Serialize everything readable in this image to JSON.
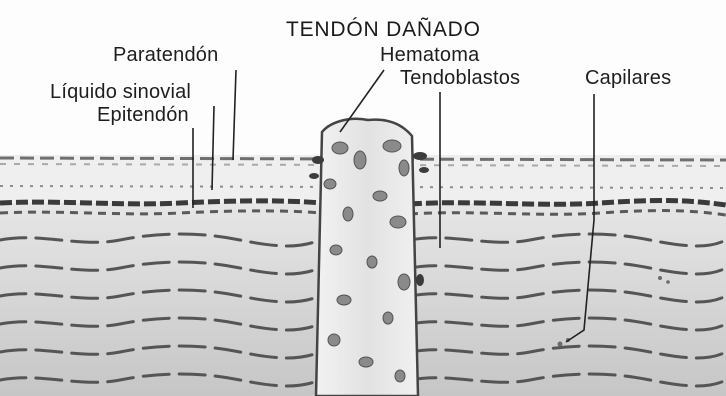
{
  "diagram": {
    "title": "TENDÓN DAÑADO",
    "labels": {
      "paratendon": "Paratendón",
      "liquido_sinovial": "Líquido sinovial",
      "epitendon": "Epitendón",
      "hematoma": "Hematoma",
      "tendoblastos": "Tendoblastos",
      "capilares": "Capilares"
    }
  }
}
